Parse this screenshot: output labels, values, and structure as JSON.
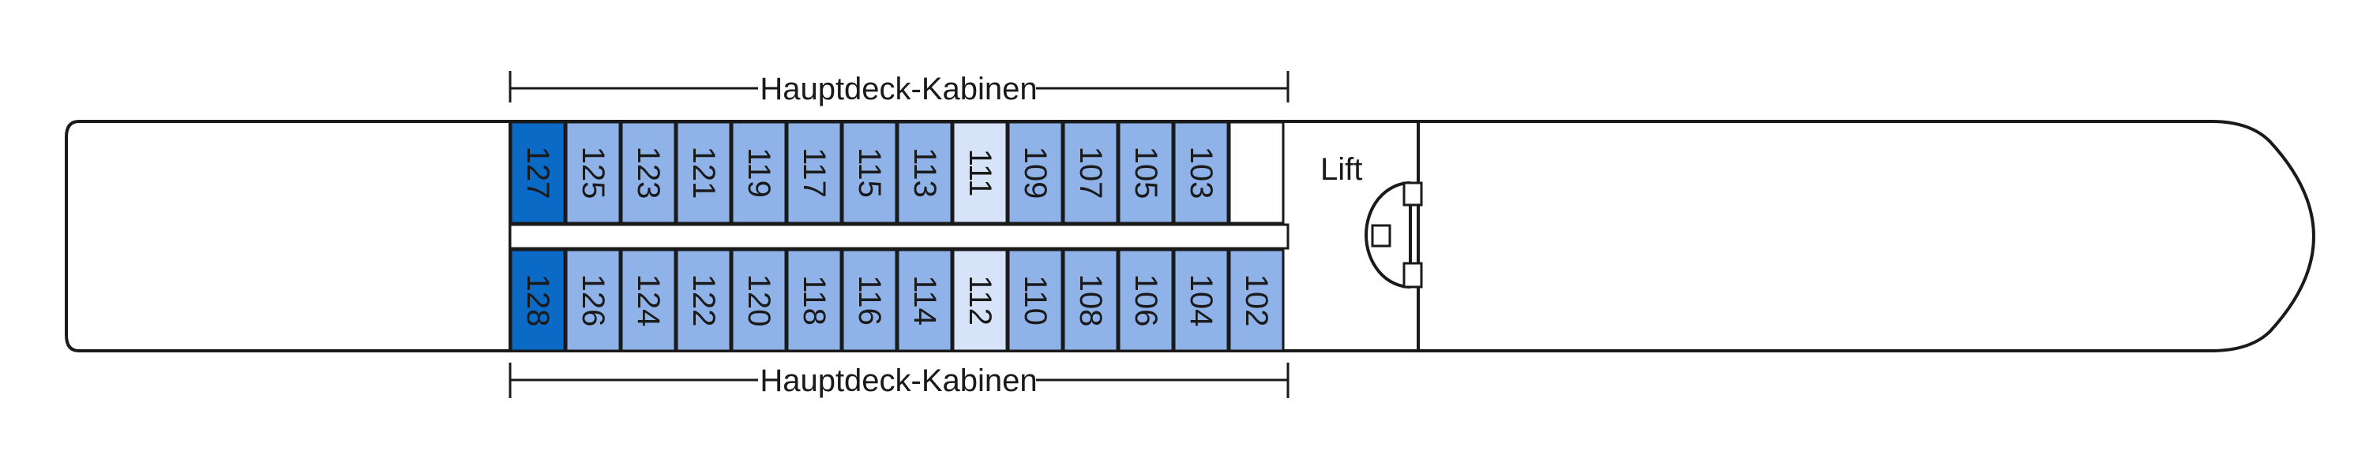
{
  "deck": {
    "section_label_top": "Hauptdeck-Kabinen",
    "section_label_bottom": "Hauptdeck-Kabinen",
    "lift_label": "Lift"
  },
  "colors": {
    "outline": "#1a1a1a",
    "hull_fill": "#ffffff",
    "cabin_standard": "#8fb3e8",
    "cabin_light": "#d6e3f8",
    "cabin_dark": "#0a6ac5",
    "empty": "#ffffff"
  },
  "cabins": {
    "top": [
      {
        "num": "127",
        "style": "dark"
      },
      {
        "num": "125",
        "style": "standard"
      },
      {
        "num": "123",
        "style": "standard"
      },
      {
        "num": "121",
        "style": "standard"
      },
      {
        "num": "119",
        "style": "standard"
      },
      {
        "num": "117",
        "style": "standard"
      },
      {
        "num": "115",
        "style": "standard"
      },
      {
        "num": "113",
        "style": "standard"
      },
      {
        "num": "111",
        "style": "light"
      },
      {
        "num": "109",
        "style": "standard"
      },
      {
        "num": "107",
        "style": "standard"
      },
      {
        "num": "105",
        "style": "standard"
      },
      {
        "num": "103",
        "style": "standard"
      },
      {
        "num": "",
        "style": "empty"
      }
    ],
    "bottom": [
      {
        "num": "128",
        "style": "dark"
      },
      {
        "num": "126",
        "style": "standard"
      },
      {
        "num": "124",
        "style": "standard"
      },
      {
        "num": "122",
        "style": "standard"
      },
      {
        "num": "120",
        "style": "standard"
      },
      {
        "num": "118",
        "style": "standard"
      },
      {
        "num": "116",
        "style": "standard"
      },
      {
        "num": "114",
        "style": "standard"
      },
      {
        "num": "112",
        "style": "light"
      },
      {
        "num": "110",
        "style": "standard"
      },
      {
        "num": "108",
        "style": "standard"
      },
      {
        "num": "106",
        "style": "standard"
      },
      {
        "num": "104",
        "style": "standard"
      },
      {
        "num": "102",
        "style": "standard"
      }
    ]
  }
}
